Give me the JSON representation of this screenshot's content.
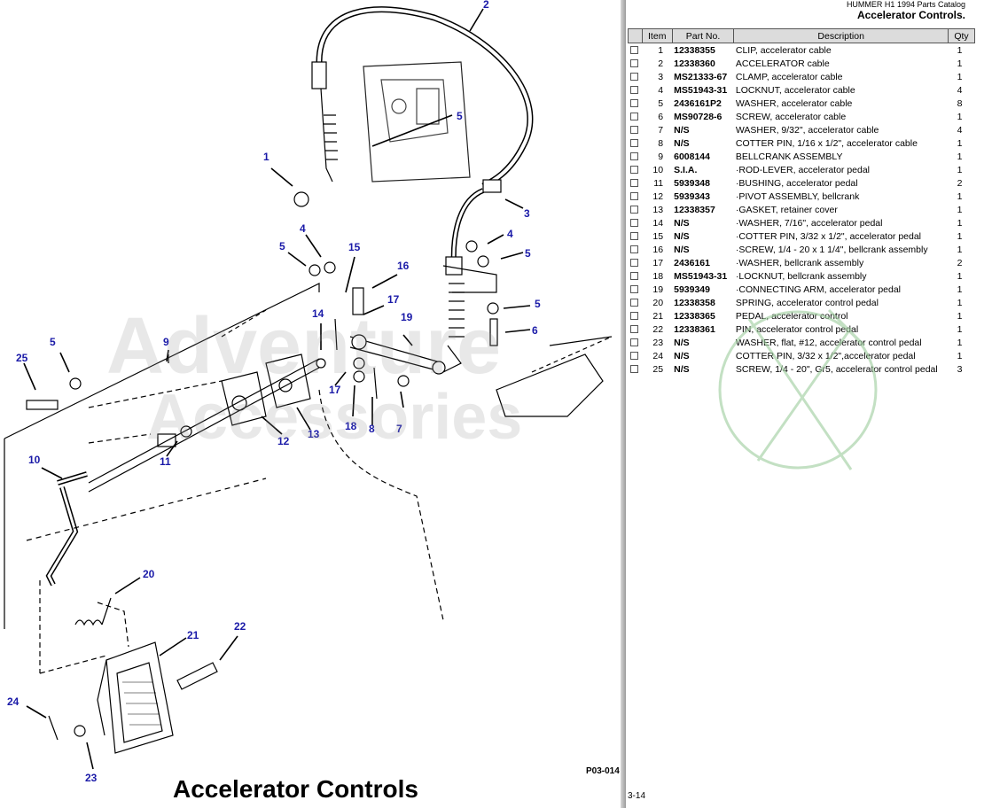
{
  "catalog_title": "HUMMER H1 1994 Parts Catalog",
  "section_title": "Accelerator Controls.",
  "table_headers": {
    "item": "Item",
    "part_no": "Part No.",
    "description": "Description",
    "qty": "Qty"
  },
  "parts": [
    {
      "item": "1",
      "part_no": "12338355",
      "description": "CLIP, accelerator cable",
      "qty": "1"
    },
    {
      "item": "2",
      "part_no": "12338360",
      "description": "ACCELERATOR cable",
      "qty": "1"
    },
    {
      "item": "3",
      "part_no": "MS21333-67",
      "description": "CLAMP, accelerator cable",
      "qty": "1"
    },
    {
      "item": "4",
      "part_no": "MS51943-31",
      "description": "LOCKNUT, accelerator cable",
      "qty": "4"
    },
    {
      "item": "5",
      "part_no": "2436161P2",
      "description": "WASHER, accelerator cable",
      "qty": "8"
    },
    {
      "item": "6",
      "part_no": "MS90728-6",
      "description": "SCREW, accelerator cable",
      "qty": "1"
    },
    {
      "item": "7",
      "part_no": "N/S",
      "description": "WASHER, 9/32\", accelerator cable",
      "qty": "4"
    },
    {
      "item": "8",
      "part_no": "N/S",
      "description": "COTTER PIN, 1/16 x 1/2\", accelerator cable",
      "qty": "1"
    },
    {
      "item": "9",
      "part_no": "6008144",
      "description": "BELLCRANK ASSEMBLY",
      "qty": "1"
    },
    {
      "item": "10",
      "part_no": "S.I.A.",
      "description": "·ROD-LEVER, accelerator pedal",
      "qty": "1"
    },
    {
      "item": "11",
      "part_no": "5939348",
      "description": "·BUSHING, accelerator pedal",
      "qty": "2"
    },
    {
      "item": "12",
      "part_no": "5939343",
      "description": "·PIVOT ASSEMBLY, bellcrank",
      "qty": "1"
    },
    {
      "item": "13",
      "part_no": "12338357",
      "description": "·GASKET, retainer cover",
      "qty": "1"
    },
    {
      "item": "14",
      "part_no": "N/S",
      "description": "·WASHER, 7/16\", accelerator pedal",
      "qty": "1"
    },
    {
      "item": "15",
      "part_no": "N/S",
      "description": "·COTTER PIN,  3/32 x 1/2\", accelerator pedal",
      "qty": "1"
    },
    {
      "item": "16",
      "part_no": "N/S",
      "description": "·SCREW, 1/4 - 20 x 1 1/4\", bellcrank assembly",
      "qty": "1"
    },
    {
      "item": "17",
      "part_no": "2436161",
      "description": "·WASHER, bellcrank assembly",
      "qty": "2"
    },
    {
      "item": "18",
      "part_no": "MS51943-31",
      "description": "·LOCKNUT, bellcrank assembly",
      "qty": "1"
    },
    {
      "item": "19",
      "part_no": "5939349",
      "description": "·CONNECTING ARM, accelerator pedal",
      "qty": "1"
    },
    {
      "item": "20",
      "part_no": "12338358",
      "description": "SPRING, accelerator control pedal",
      "qty": "1"
    },
    {
      "item": "21",
      "part_no": "12338365",
      "description": "PEDAL, accelerator control",
      "qty": "1"
    },
    {
      "item": "22",
      "part_no": "12338361",
      "description": "PIN, accelerator control pedal",
      "qty": "1"
    },
    {
      "item": "23",
      "part_no": "N/S",
      "description": "WASHER, flat, #12, accelerator control pedal",
      "qty": "1"
    },
    {
      "item": "24",
      "part_no": "N/S",
      "description": "COTTER PIN,  3/32 x 1/2\",accelerator pedal",
      "qty": "1"
    },
    {
      "item": "25",
      "part_no": "N/S",
      "description": "SCREW, 1/4 - 20\", Gr5,  accelerator control pedal",
      "qty": "3"
    }
  ],
  "page_number": "3-14",
  "figure_caption": "Accelerator Controls",
  "figure_code": "P03-014",
  "watermark_line1": "Adventure",
  "watermark_line2": "Accessories",
  "callouts": [
    {
      "label": "1"
    },
    {
      "label": "2"
    },
    {
      "label": "3"
    },
    {
      "label": "4"
    },
    {
      "label": "4"
    },
    {
      "label": "5"
    },
    {
      "label": "5"
    },
    {
      "label": "5"
    },
    {
      "label": "5"
    },
    {
      "label": "5"
    },
    {
      "label": "6"
    },
    {
      "label": "7"
    },
    {
      "label": "8"
    },
    {
      "label": "9"
    },
    {
      "label": "10"
    },
    {
      "label": "11"
    },
    {
      "label": "12"
    },
    {
      "label": "13"
    },
    {
      "label": "14"
    },
    {
      "label": "15"
    },
    {
      "label": "16"
    },
    {
      "label": "17"
    },
    {
      "label": "17"
    },
    {
      "label": "18"
    },
    {
      "label": "19"
    },
    {
      "label": "20"
    },
    {
      "label": "21"
    },
    {
      "label": "22"
    },
    {
      "label": "23"
    },
    {
      "label": "24"
    },
    {
      "label": "25"
    }
  ],
  "colors": {
    "callout": "#1a1aa8",
    "header_bg": "#dcdcdc",
    "seal": "#9ccc9c"
  }
}
